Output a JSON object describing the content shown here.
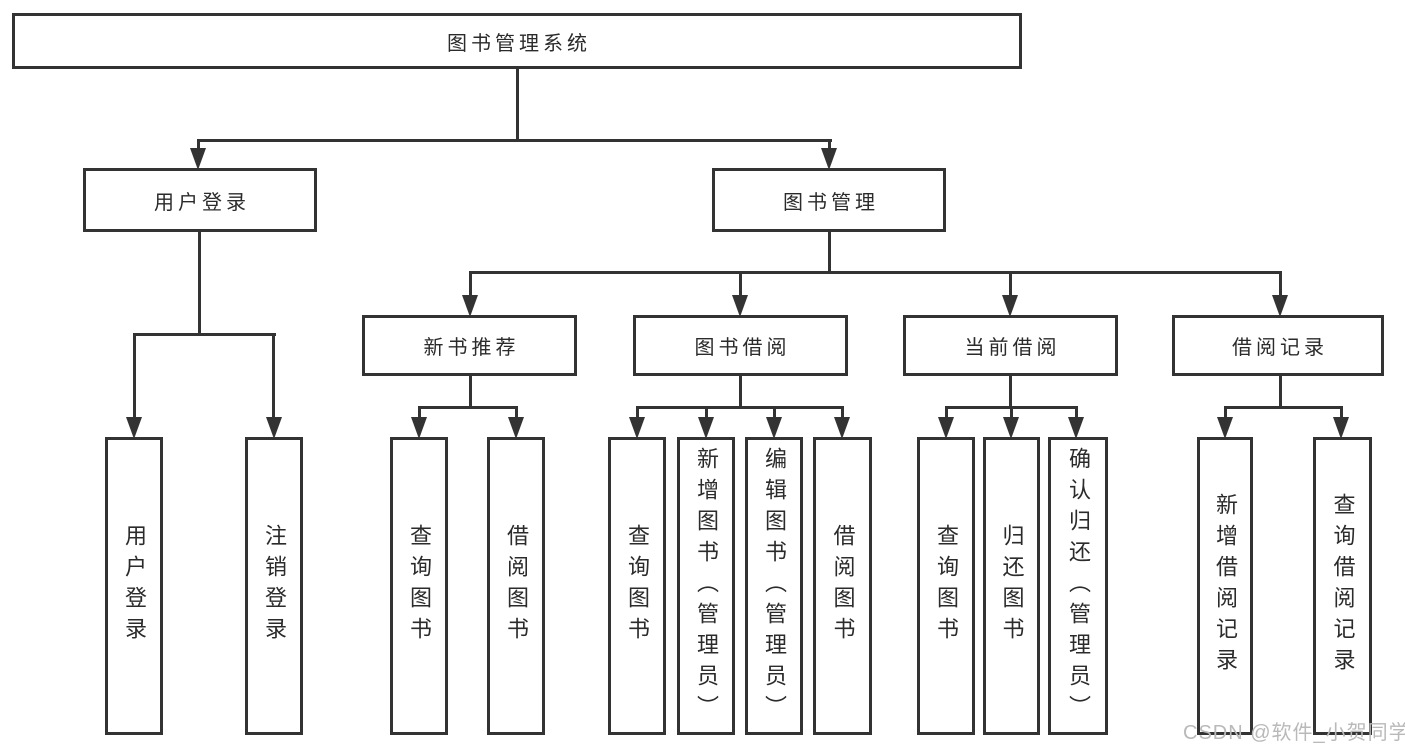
{
  "title": "图书管理系统",
  "branches": [
    {
      "label": "用户登录",
      "children": [
        "用户登录",
        "注销登录"
      ]
    },
    {
      "label": "图书管理",
      "sections": [
        {
          "label": "新书推荐",
          "children": [
            "查询图书",
            "借阅图书"
          ]
        },
        {
          "label": "图书借阅",
          "children": [
            "查询图书",
            "新增图书（管理员）",
            "编辑图书（管理员）",
            "借阅图书"
          ]
        },
        {
          "label": "当前借阅",
          "children": [
            "查询图书",
            "归还图书",
            "确认归还（管理员）"
          ]
        },
        {
          "label": "借阅记录",
          "children": [
            "新增借阅记录",
            "查询借阅记录"
          ]
        }
      ]
    }
  ],
  "watermark": "CSDN @软件_小贺同学",
  "colors": {
    "line": "#333333",
    "text": "#2b2b2b",
    "watermark": "#b9b9b9",
    "background": "#ffffff"
  }
}
